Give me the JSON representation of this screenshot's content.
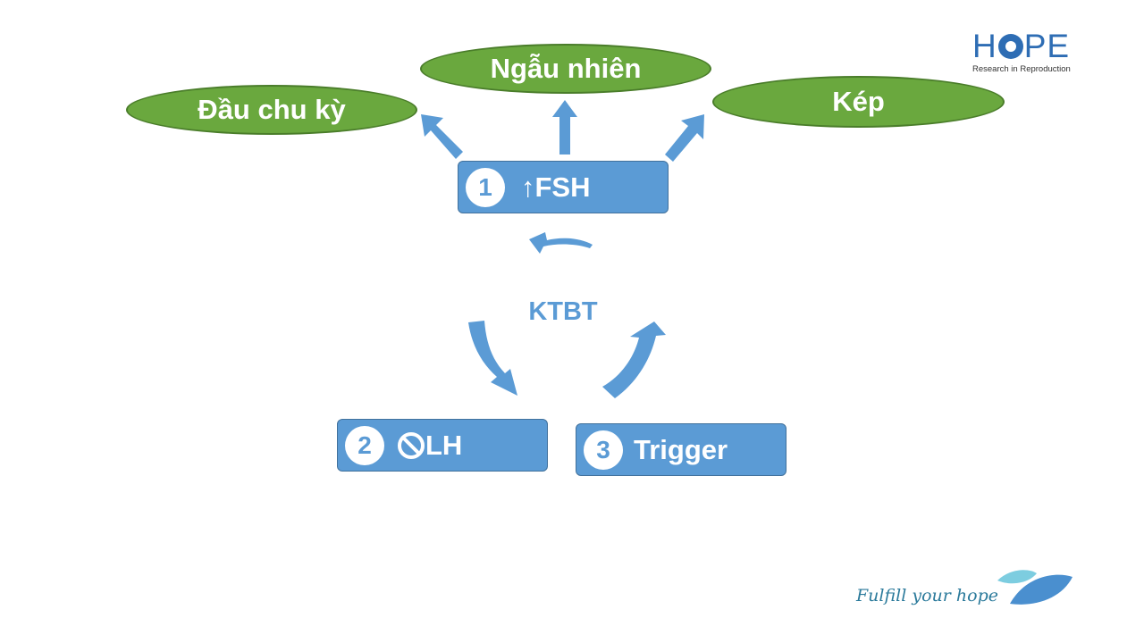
{
  "outcomes": {
    "left": "Đầu chu kỳ",
    "top": "Ngẫu nhiên",
    "right": "Kép"
  },
  "steps": {
    "fsh": {
      "number": "1",
      "label": "↑FSH"
    },
    "lh": {
      "number": "2",
      "label": "LH",
      "icon": "prohibited-icon"
    },
    "trigger": {
      "number": "3",
      "label": "Trigger"
    }
  },
  "center_label": "KTBT",
  "logo": {
    "word_h": "H",
    "word_pe": "PE",
    "subtitle": "Research in Reproduction"
  },
  "tagline": "Fulfill your hope",
  "colors": {
    "green": "#6aa83e",
    "blue": "#5b9bd5",
    "logo_blue": "#2e6db4"
  }
}
